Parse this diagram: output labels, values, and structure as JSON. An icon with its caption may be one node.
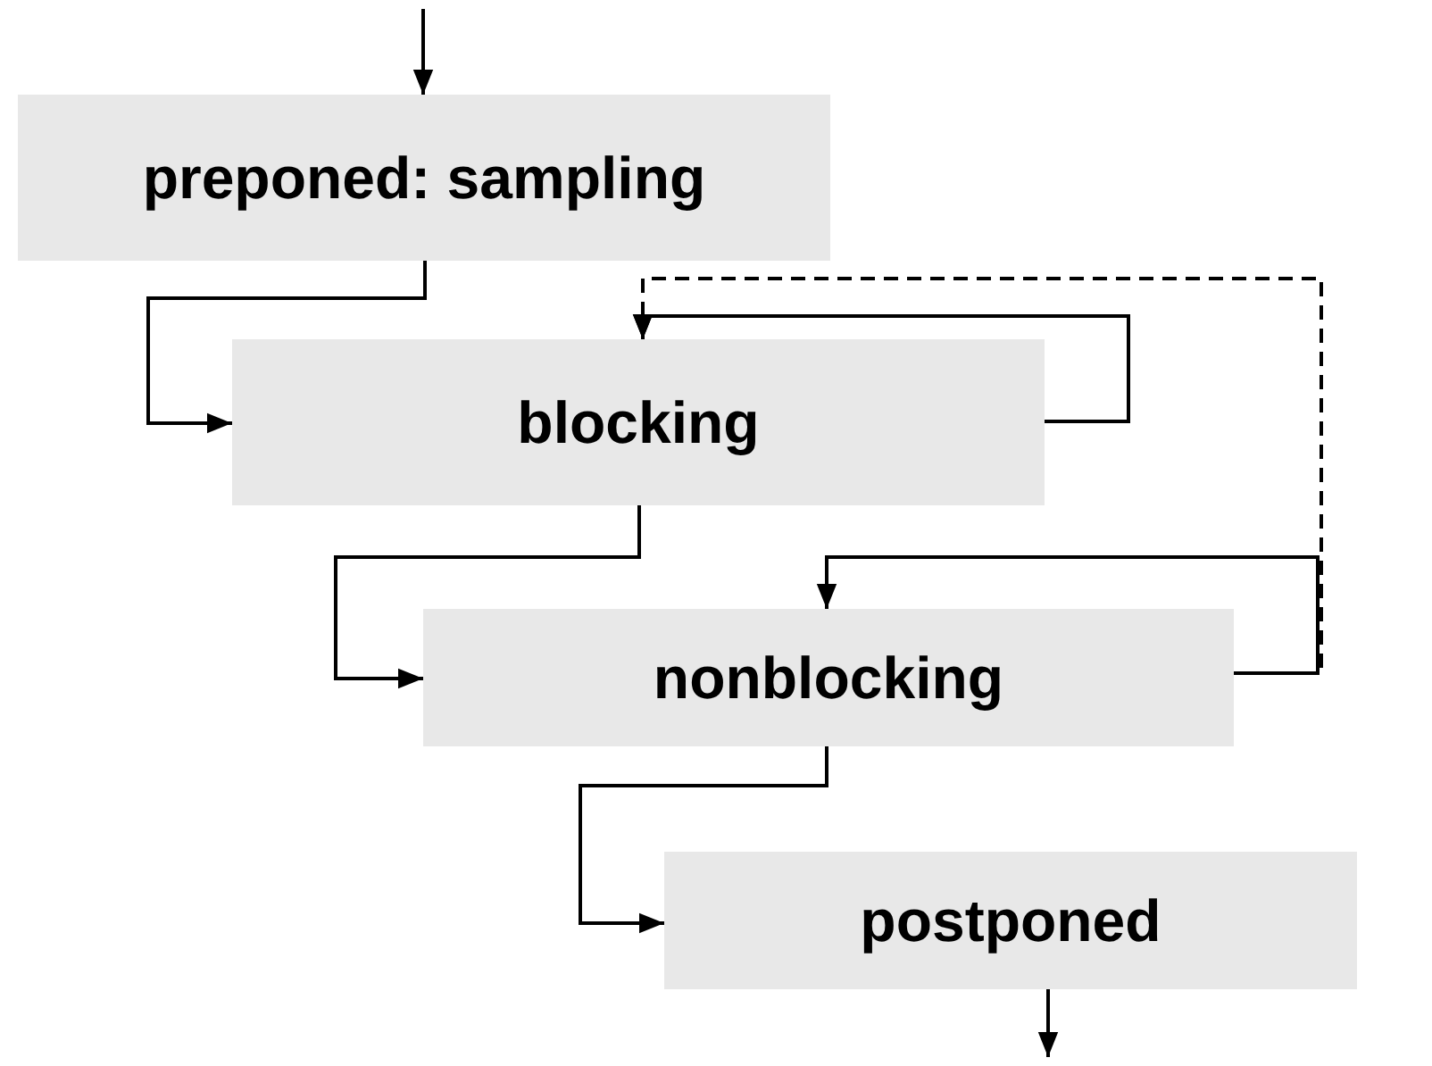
{
  "diagram": {
    "nodes": [
      {
        "text": [
          "preponed: sampling"
        ]
      },
      {
        "text": [
          "blocking"
        ]
      },
      {
        "text": [
          "nonblocking"
        ]
      },
      {
        "text": [
          "postponed"
        ]
      }
    ],
    "edges": [
      {
        "from": null,
        "to": 0,
        "arrow": "to"
      },
      {
        "from": 0,
        "to": 1,
        "arrow": "to"
      },
      {
        "from": 1,
        "to": 1,
        "arrow": "to"
      },
      {
        "from": 1,
        "to": 2,
        "arrow": "to"
      },
      {
        "from": 2,
        "to": 1,
        "arrow": "to",
        "style": "dashed"
      },
      {
        "from": 2,
        "to": 2,
        "arrow": "to"
      },
      {
        "from": 2,
        "to": 3,
        "arrow": "to"
      },
      {
        "from": 3,
        "to": null,
        "arrow": "to"
      }
    ]
  }
}
